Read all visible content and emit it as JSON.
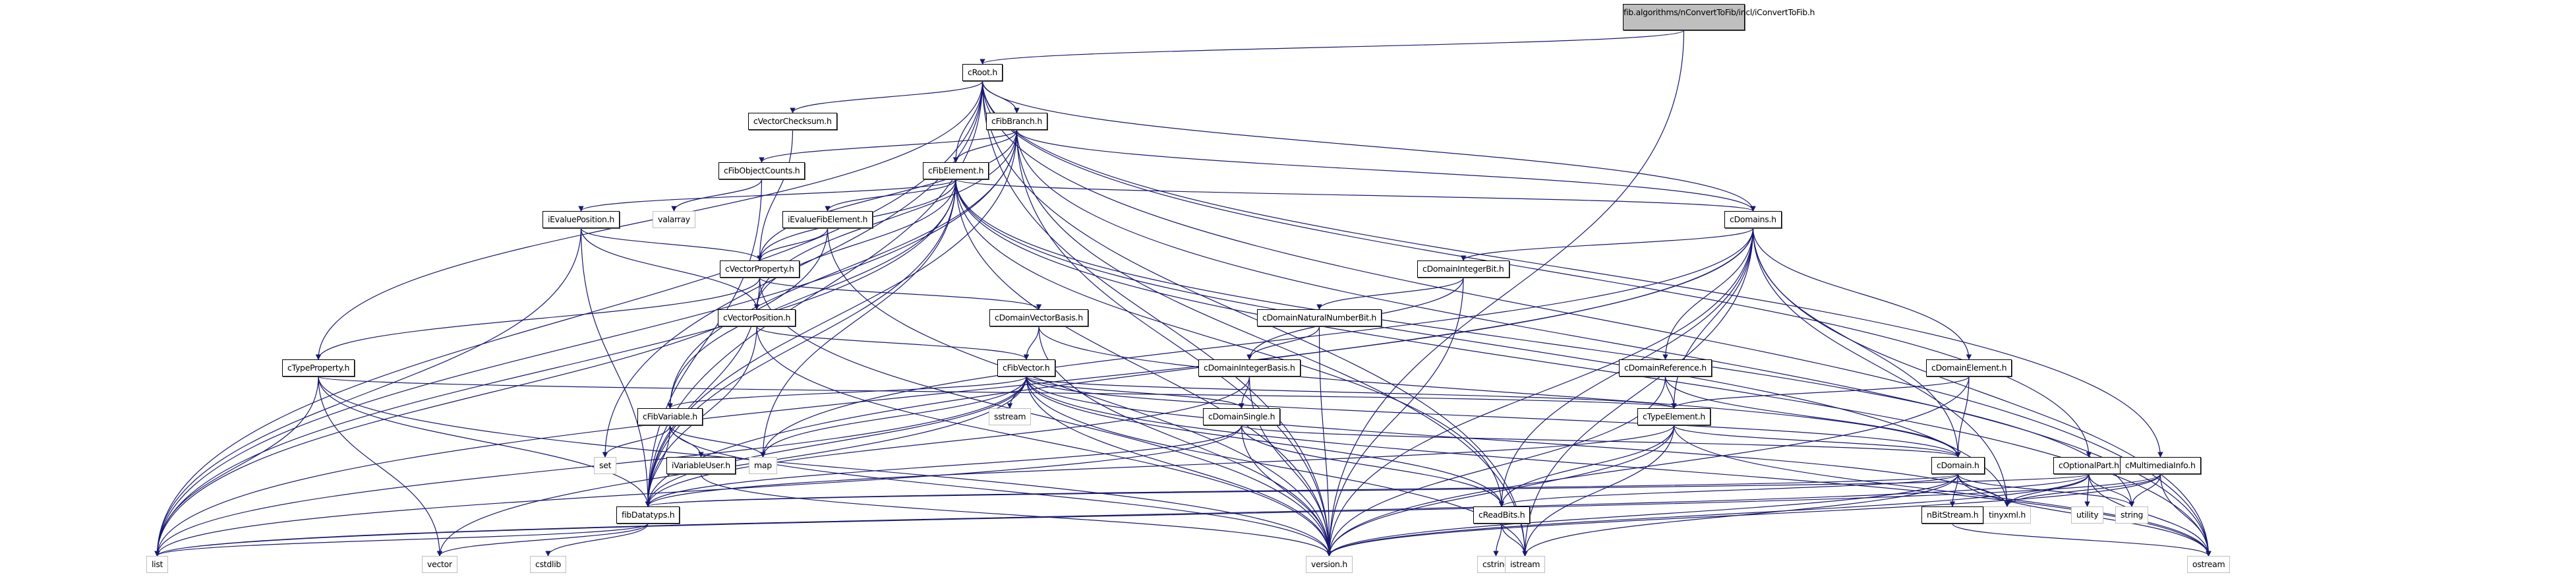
{
  "diagram": {
    "title": "Include dependency graph for iConvertToFib.h",
    "colors": {
      "edge": "#191970",
      "node_border": "#000000",
      "root_fill": "#bfbfbf",
      "system_border": "#bfbfbf"
    },
    "nodes": [
      {
        "id": "root",
        "label": "fib.algorithms/nConvertToFib/incl/iConvertToFib.h",
        "kind": "root"
      },
      {
        "id": "cRoot",
        "label": "cRoot.h",
        "kind": "project"
      },
      {
        "id": "cVectorChecksum",
        "label": "cVectorChecksum.h",
        "kind": "project"
      },
      {
        "id": "cFibBranch",
        "label": "cFibBranch.h",
        "kind": "project"
      },
      {
        "id": "cFibObjectCounts",
        "label": "cFibObjectCounts.h",
        "kind": "project"
      },
      {
        "id": "cFibElement",
        "label": "cFibElement.h",
        "kind": "project"
      },
      {
        "id": "iEvaluePosition",
        "label": "iEvaluePosition.h",
        "kind": "project"
      },
      {
        "id": "valarray",
        "label": "valarray",
        "kind": "system"
      },
      {
        "id": "iEvalueFibElement",
        "label": "iEvalueFibElement.h",
        "kind": "project"
      },
      {
        "id": "cDomains",
        "label": "cDomains.h",
        "kind": "project"
      },
      {
        "id": "cVectorProperty",
        "label": "cVectorProperty.h",
        "kind": "project"
      },
      {
        "id": "cDomainIntegerBit",
        "label": "cDomainIntegerBit.h",
        "kind": "project"
      },
      {
        "id": "cDomainVectorBasis",
        "label": "cDomainVectorBasis.h",
        "kind": "project"
      },
      {
        "id": "cDomainNaturalNumberBit",
        "label": "cDomainNaturalNumberBit.h",
        "kind": "project"
      },
      {
        "id": "cVectorPosition",
        "label": "cVectorPosition.h",
        "kind": "project"
      },
      {
        "id": "cTypeProperty",
        "label": "cTypeProperty.h",
        "kind": "project"
      },
      {
        "id": "cFibVector",
        "label": "cFibVector.h",
        "kind": "project"
      },
      {
        "id": "cDomainIntegerBasis",
        "label": "cDomainIntegerBasis.h",
        "kind": "project"
      },
      {
        "id": "cDomainReference",
        "label": "cDomainReference.h",
        "kind": "project"
      },
      {
        "id": "cDomainElement",
        "label": "cDomainElement.h",
        "kind": "project"
      },
      {
        "id": "sstream",
        "label": "sstream",
        "kind": "system"
      },
      {
        "id": "cFibVariable",
        "label": "cFibVariable.h",
        "kind": "project"
      },
      {
        "id": "cDomainSingle",
        "label": "cDomainSingle.h",
        "kind": "project"
      },
      {
        "id": "cTypeElement",
        "label": "cTypeElement.h",
        "kind": "project"
      },
      {
        "id": "set",
        "label": "set",
        "kind": "system"
      },
      {
        "id": "iVariableUser",
        "label": "iVariableUser.h",
        "kind": "project"
      },
      {
        "id": "map",
        "label": "map",
        "kind": "system"
      },
      {
        "id": "cDomain",
        "label": "cDomain.h",
        "kind": "project"
      },
      {
        "id": "cOptionalPart",
        "label": "cOptionalPart.h",
        "kind": "project"
      },
      {
        "id": "cMultimediaInfo",
        "label": "cMultimediaInfo.h",
        "kind": "project"
      },
      {
        "id": "fibDatatyps",
        "label": "fibDatatyps.h",
        "kind": "project"
      },
      {
        "id": "cReadBits",
        "label": "cReadBits.h",
        "kind": "project"
      },
      {
        "id": "nBitStream",
        "label": "nBitStream.h",
        "kind": "project"
      },
      {
        "id": "tinyxml",
        "label": "tinyxml.h",
        "kind": "system"
      },
      {
        "id": "utility",
        "label": "utility",
        "kind": "system"
      },
      {
        "id": "string",
        "label": "string",
        "kind": "system"
      },
      {
        "id": "list",
        "label": "list",
        "kind": "system"
      },
      {
        "id": "vector",
        "label": "vector",
        "kind": "system"
      },
      {
        "id": "cstdlib",
        "label": "cstdlib",
        "kind": "system"
      },
      {
        "id": "version",
        "label": "version.h",
        "kind": "system"
      },
      {
        "id": "cstring",
        "label": "cstring",
        "kind": "system"
      },
      {
        "id": "istream",
        "label": "istream",
        "kind": "system"
      },
      {
        "id": "ostream",
        "label": "ostream",
        "kind": "system"
      }
    ],
    "edges": [
      [
        "root",
        "cRoot"
      ],
      [
        "root",
        "version"
      ],
      [
        "cRoot",
        "cVectorChecksum"
      ],
      [
        "cRoot",
        "cFibBranch"
      ],
      [
        "cRoot",
        "cFibElement"
      ],
      [
        "cRoot",
        "cDomains"
      ],
      [
        "cRoot",
        "cTypeProperty"
      ],
      [
        "cRoot",
        "cOptionalPart"
      ],
      [
        "cRoot",
        "cMultimediaInfo"
      ],
      [
        "cRoot",
        "list"
      ],
      [
        "cRoot",
        "set"
      ],
      [
        "cRoot",
        "fibDatatyps"
      ],
      [
        "cRoot",
        "version"
      ],
      [
        "cRoot",
        "ostream"
      ],
      [
        "cRoot",
        "istream"
      ],
      [
        "cVectorChecksum",
        "cVectorProperty"
      ],
      [
        "cFibBranch",
        "cFibObjectCounts"
      ],
      [
        "cFibBranch",
        "cFibElement"
      ],
      [
        "cFibBranch",
        "cVectorProperty"
      ],
      [
        "cFibBranch",
        "cVectorPosition"
      ],
      [
        "cFibBranch",
        "cDomains"
      ],
      [
        "cFibBranch",
        "list"
      ],
      [
        "cFibBranch",
        "fibDatatyps"
      ],
      [
        "cFibBranch",
        "version"
      ],
      [
        "cFibBranch",
        "ostream"
      ],
      [
        "cFibBranch",
        "istream"
      ],
      [
        "cFibBranch",
        "cFibVariable"
      ],
      [
        "cFibObjectCounts",
        "valarray"
      ],
      [
        "cFibObjectCounts",
        "fibDatatyps"
      ],
      [
        "cFibElement",
        "iEvaluePosition"
      ],
      [
        "cFibElement",
        "iEvalueFibElement"
      ],
      [
        "cFibElement",
        "cVectorProperty"
      ],
      [
        "cFibElement",
        "cVectorPosition"
      ],
      [
        "cFibElement",
        "cDomains"
      ],
      [
        "cFibElement",
        "cFibVariable"
      ],
      [
        "cFibElement",
        "cReadBits"
      ],
      [
        "cFibElement",
        "tinyxml"
      ],
      [
        "cFibElement",
        "map"
      ],
      [
        "cFibElement",
        "list"
      ],
      [
        "cFibElement",
        "fibDatatyps"
      ],
      [
        "cFibElement",
        "version"
      ],
      [
        "cFibElement",
        "ostream"
      ],
      [
        "cFibElement",
        "string"
      ],
      [
        "iEvaluePosition",
        "cVectorProperty"
      ],
      [
        "iEvaluePosition",
        "cVectorPosition"
      ],
      [
        "iEvaluePosition",
        "list"
      ],
      [
        "iEvaluePosition",
        "fibDatatyps"
      ],
      [
        "iEvalueFibElement",
        "cVectorProperty"
      ],
      [
        "iEvalueFibElement",
        "list"
      ],
      [
        "iEvalueFibElement",
        "version"
      ],
      [
        "cVectorProperty",
        "cDomainVectorBasis"
      ],
      [
        "cVectorProperty",
        "cTypeProperty"
      ],
      [
        "cVectorProperty",
        "fibDatatyps"
      ],
      [
        "cVectorProperty",
        "version"
      ],
      [
        "cVectorPosition",
        "cFibVector"
      ],
      [
        "cVectorPosition",
        "fibDatatyps"
      ],
      [
        "cVectorPosition",
        "version"
      ],
      [
        "cDomainVectorBasis",
        "cFibVector"
      ],
      [
        "cDomainVectorBasis",
        "cDomain"
      ],
      [
        "cDomainVectorBasis",
        "version"
      ],
      [
        "cDomains",
        "cDomainIntegerBit"
      ],
      [
        "cDomains",
        "cDomainReference"
      ],
      [
        "cDomains",
        "cDomainElement"
      ],
      [
        "cDomains",
        "cTypeElement"
      ],
      [
        "cDomains",
        "cDomain"
      ],
      [
        "cDomains",
        "cReadBits"
      ],
      [
        "cDomains",
        "tinyxml"
      ],
      [
        "cDomains",
        "version"
      ],
      [
        "cDomains",
        "ostream"
      ],
      [
        "cDomains",
        "istream"
      ],
      [
        "cDomains",
        "list"
      ],
      [
        "cDomains",
        "map"
      ],
      [
        "cDomains",
        "fibDatatyps"
      ],
      [
        "cDomainIntegerBit",
        "cDomainNaturalNumberBit"
      ],
      [
        "cDomainIntegerBit",
        "cDomainIntegerBasis"
      ],
      [
        "cDomainIntegerBit",
        "version"
      ],
      [
        "cDomainNaturalNumberBit",
        "cDomainIntegerBasis"
      ],
      [
        "cDomainNaturalNumberBit",
        "version"
      ],
      [
        "cDomainIntegerBasis",
        "cDomainSingle"
      ],
      [
        "cDomainIntegerBasis",
        "fibDatatyps"
      ],
      [
        "cDomainIntegerBasis",
        "version"
      ],
      [
        "cDomainSingle",
        "cDomain"
      ],
      [
        "cDomainSingle",
        "fibDatatyps"
      ],
      [
        "cDomainSingle",
        "version"
      ],
      [
        "cDomainSingle",
        "cReadBits"
      ],
      [
        "cDomainSingle",
        "list"
      ],
      [
        "cTypeProperty",
        "cTypeElement"
      ],
      [
        "cTypeProperty",
        "fibDatatyps"
      ],
      [
        "cTypeProperty",
        "list"
      ],
      [
        "cTypeProperty",
        "vector"
      ],
      [
        "cTypeProperty",
        "version"
      ],
      [
        "cFibVector",
        "cFibVariable"
      ],
      [
        "cFibVector",
        "sstream"
      ],
      [
        "cFibVector",
        "map"
      ],
      [
        "cFibVector",
        "cDomainSingle"
      ],
      [
        "cFibVector",
        "cTypeElement"
      ],
      [
        "cFibVector",
        "cDomain"
      ],
      [
        "cFibVector",
        "cReadBits"
      ],
      [
        "cFibVector",
        "tinyxml"
      ],
      [
        "cFibVector",
        "list"
      ],
      [
        "cFibVector",
        "vector"
      ],
      [
        "cFibVector",
        "fibDatatyps"
      ],
      [
        "cFibVector",
        "version"
      ],
      [
        "cFibVector",
        "ostream"
      ],
      [
        "cFibVector",
        "istream"
      ],
      [
        "cFibVariable",
        "set"
      ],
      [
        "cFibVariable",
        "iVariableUser"
      ],
      [
        "cFibVariable",
        "map"
      ],
      [
        "cFibVariable",
        "fibDatatyps"
      ],
      [
        "cFibVariable",
        "version"
      ],
      [
        "iVariableUser",
        "version"
      ],
      [
        "cDomainReference",
        "cTypeElement"
      ],
      [
        "cDomainReference",
        "cDomain"
      ],
      [
        "cDomainReference",
        "version"
      ],
      [
        "cDomainElement",
        "cTypeElement"
      ],
      [
        "cDomainElement",
        "cDomain"
      ],
      [
        "cDomainElement",
        "version"
      ],
      [
        "cTypeElement",
        "cDomain"
      ],
      [
        "cTypeElement",
        "cReadBits"
      ],
      [
        "cTypeElement",
        "version"
      ],
      [
        "cTypeElement",
        "istream"
      ],
      [
        "cTypeElement",
        "fibDatatyps"
      ],
      [
        "cTypeElement",
        "ostream"
      ],
      [
        "cDomain",
        "nBitStream"
      ],
      [
        "cDomain",
        "tinyxml"
      ],
      [
        "cDomain",
        "cReadBits"
      ],
      [
        "cDomain",
        "string"
      ],
      [
        "cDomain",
        "fibDatatyps"
      ],
      [
        "cDomain",
        "version"
      ],
      [
        "cDomain",
        "istream"
      ],
      [
        "cDomain",
        "ostream"
      ],
      [
        "cOptionalPart",
        "tinyxml"
      ],
      [
        "cOptionalPart",
        "utility"
      ],
      [
        "cOptionalPart",
        "string"
      ],
      [
        "cOptionalPart",
        "list"
      ],
      [
        "cOptionalPart",
        "version"
      ],
      [
        "cOptionalPart",
        "ostream"
      ],
      [
        "cOptionalPart",
        "fibDatatyps"
      ],
      [
        "cMultimediaInfo",
        "tinyxml"
      ],
      [
        "cMultimediaInfo",
        "string"
      ],
      [
        "cMultimediaInfo",
        "ostream"
      ],
      [
        "cMultimediaInfo",
        "version"
      ],
      [
        "cMultimediaInfo",
        "list"
      ],
      [
        "fibDatatyps",
        "cstdlib"
      ],
      [
        "fibDatatyps",
        "list"
      ],
      [
        "fibDatatyps",
        "vector"
      ],
      [
        "cReadBits",
        "cstring"
      ],
      [
        "cReadBits",
        "istream"
      ],
      [
        "nBitStream",
        "ostream"
      ]
    ]
  }
}
